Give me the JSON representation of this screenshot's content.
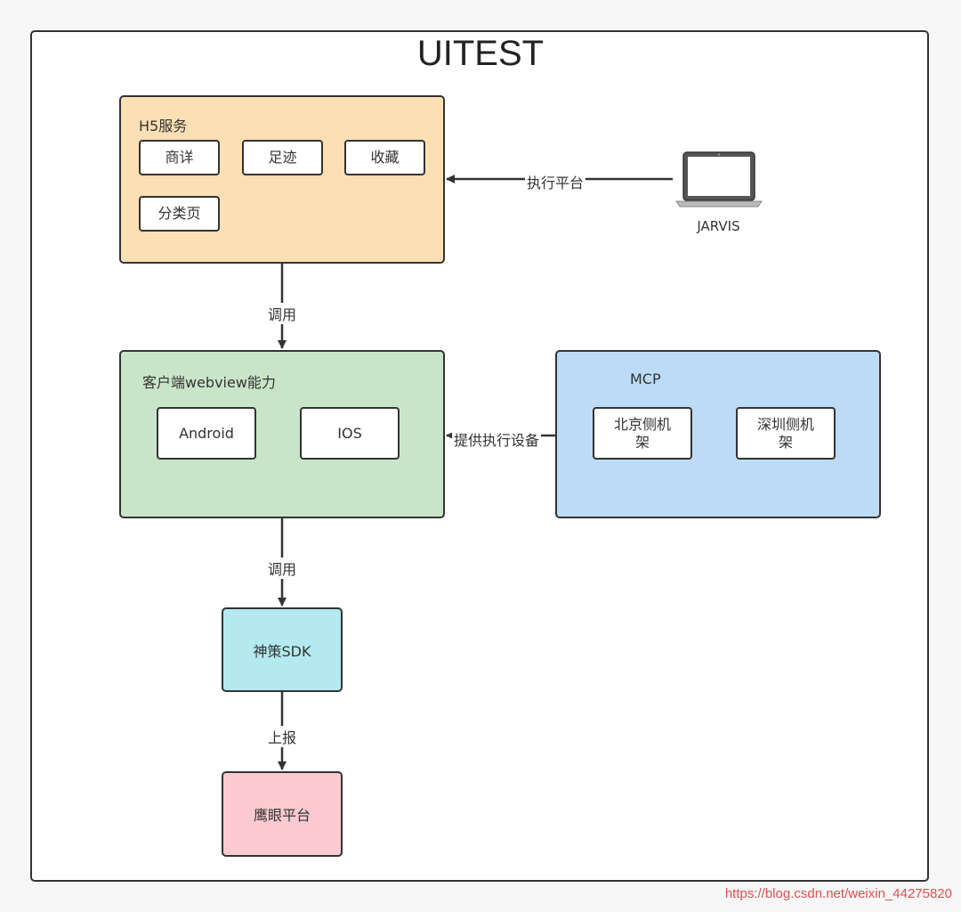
{
  "title": "UITEST",
  "h5": {
    "label": "H5服务",
    "items": [
      "商详",
      "足迹",
      "收藏",
      "分类页"
    ]
  },
  "client": {
    "label": "客户端webview能力",
    "items": [
      "Android",
      "IOS"
    ]
  },
  "mcp": {
    "label": "MCP",
    "items": [
      "北京侧机架",
      "深圳侧机架"
    ]
  },
  "sdk": {
    "label": "神策SDK"
  },
  "platform": {
    "label": "鹰眼平台"
  },
  "jarvis": {
    "label": "JARVIS",
    "icon": "laptop-icon"
  },
  "edges": {
    "jarvis_to_h5": "执行平台",
    "h5_to_client": "调用",
    "mcp_to_client": "提供执行设备",
    "client_to_sdk": "调用",
    "sdk_to_platform": "上报"
  },
  "watermark": "https://blog.csdn.net/weixin_44275820",
  "colors": {
    "h5": "#fddfb4",
    "client": "#c9e5c9",
    "mcp": "#bcdbf7",
    "sdk": "#b3e9ef",
    "platform": "#fbcbd1",
    "watermark": "#e05050"
  }
}
